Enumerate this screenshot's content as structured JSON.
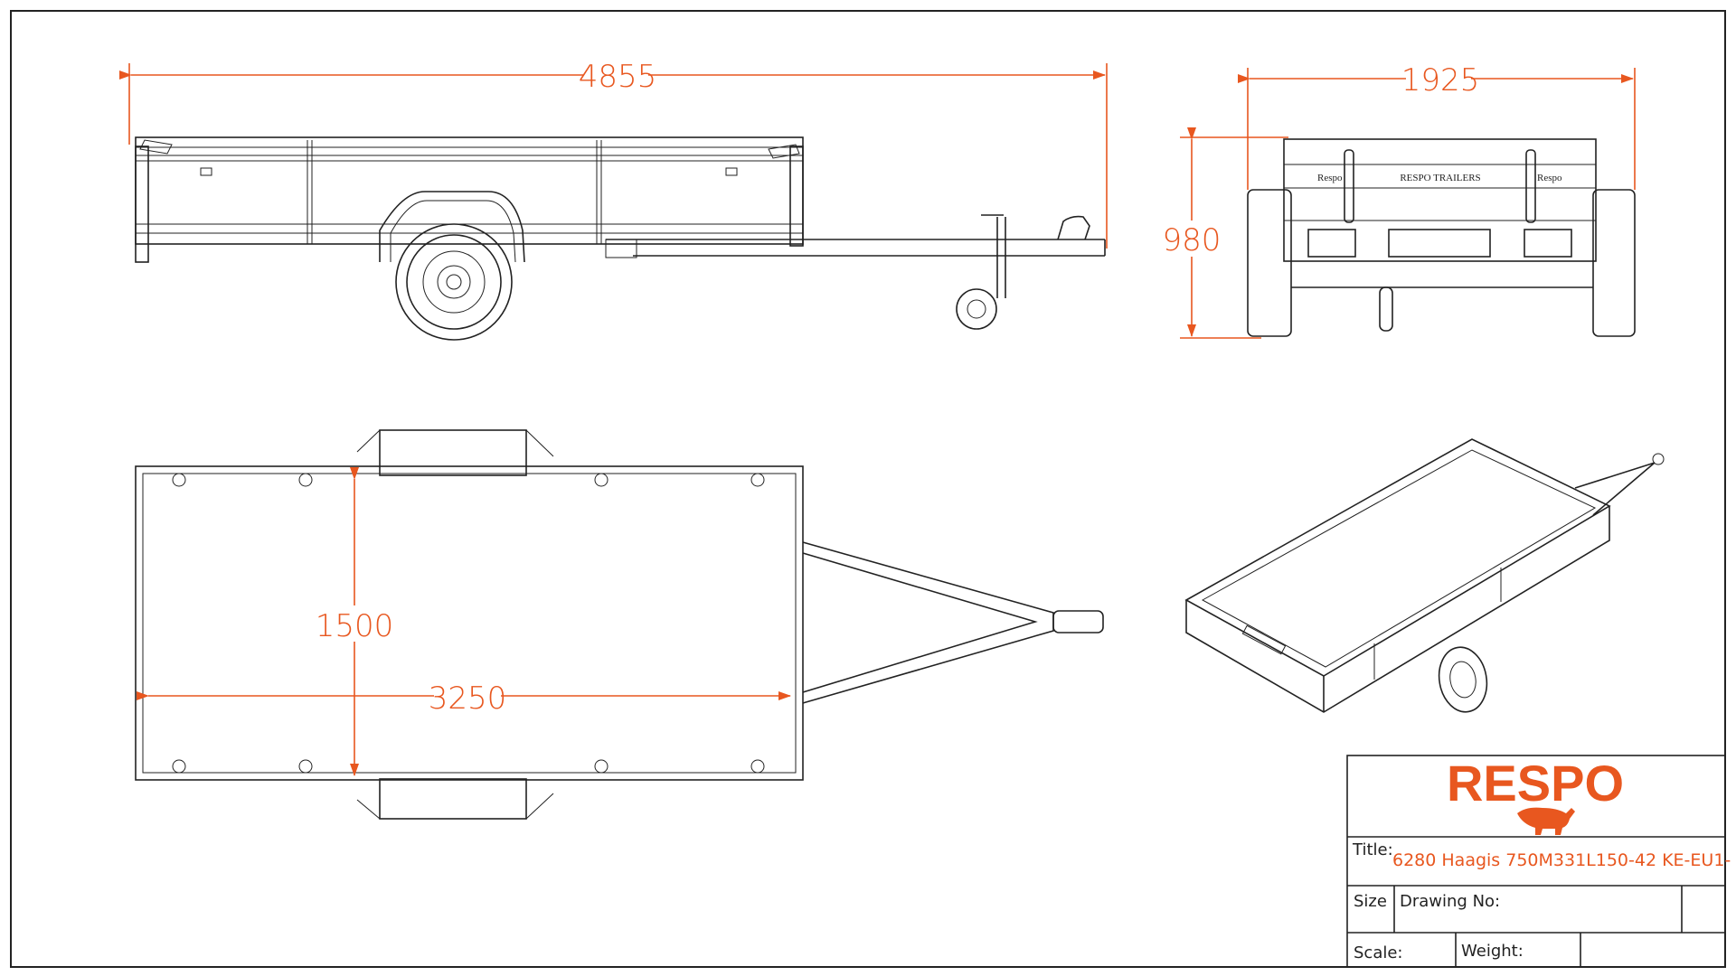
{
  "dimensions": {
    "overall_length": "4855",
    "overall_width": "1925",
    "overall_height": "980",
    "body_width": "1500",
    "body_length": "3250"
  },
  "side_plate": {
    "left": "Respo",
    "center": "RESPO TRAILERS",
    "right": "Respo"
  },
  "title_block": {
    "brand": "RESPO",
    "title_label": "Title:",
    "title_value": "6280 Haagis 750M331L150-42 KE-EU1-",
    "size_label": "Size",
    "drawing_no_label": "Drawing No:",
    "scale_label": "Scale:",
    "weight_label": "Weight:"
  },
  "colors": {
    "accent": "#e8571f",
    "line": "#222222"
  }
}
